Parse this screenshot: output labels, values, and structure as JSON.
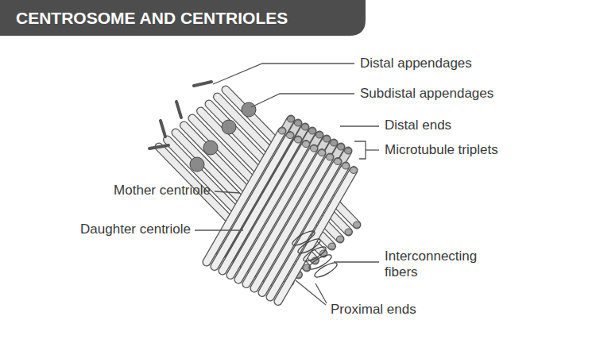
{
  "diagram": {
    "title": "CENTROSOME AND CENTRIOLES",
    "labels": [
      "Distal appendages",
      "Subdistal appendages",
      "Distal ends",
      "Microtubule triplets",
      "Mother centriole",
      "Daughter centriole",
      "Interconnecting fibers",
      "Proximal ends"
    ]
  }
}
